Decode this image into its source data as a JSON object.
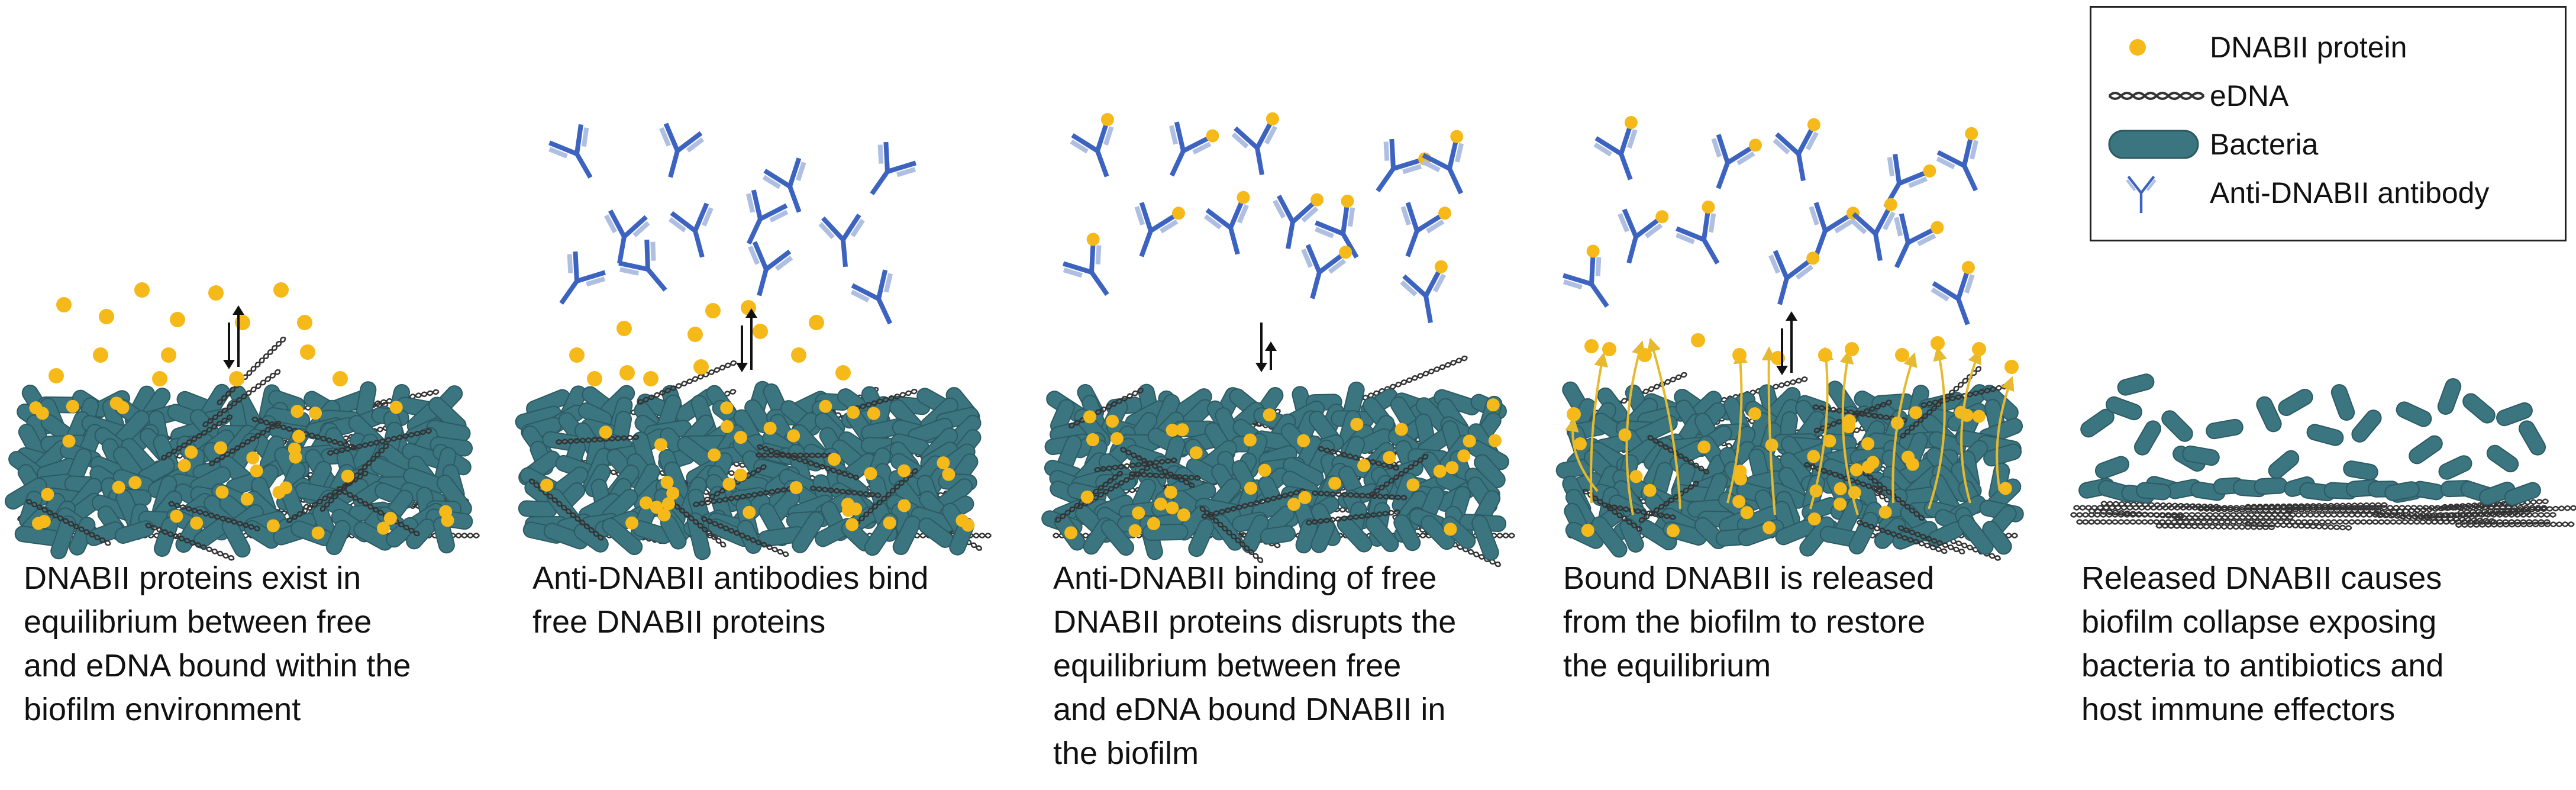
{
  "colors": {
    "protein": "#f6b91a",
    "bacteria": "#3b7580",
    "bacteria_dark": "#2c5a63",
    "antibody_heavy": "#3d63c0",
    "antibody_light": "#aebfe2",
    "edna": "#333333",
    "arrow_release": "#e6b92e"
  },
  "legend": {
    "items": [
      {
        "label": "DNABII protein",
        "icon": "protein-dot-icon"
      },
      {
        "label": "eDNA",
        "icon": "edna-strand-icon"
      },
      {
        "label": "Bacteria",
        "icon": "bacteria-rod-icon"
      },
      {
        "label": "Anti-DNABII antibody",
        "icon": "antibody-y-icon"
      }
    ]
  },
  "panels": [
    {
      "caption": "DNABII proteins exist in\nequilibrium between free\nand eDNA bound within the\nbiofilm environment"
    },
    {
      "caption": "Anti-DNABII antibodies bind\nfree DNABII proteins"
    },
    {
      "caption": "Anti-DNABII binding of free\nDNABII proteins disrupts the\nequilibrium between free\nand eDNA bound DNABII in\nthe biofilm"
    },
    {
      "caption": "Bound DNABII is released\nfrom the biofilm to restore\nthe equilibrium"
    },
    {
      "caption": "Released DNABII causes\nbiofilm collapse exposing\nbacteria to antibiotics and\nhost immune effectors"
    }
  ]
}
